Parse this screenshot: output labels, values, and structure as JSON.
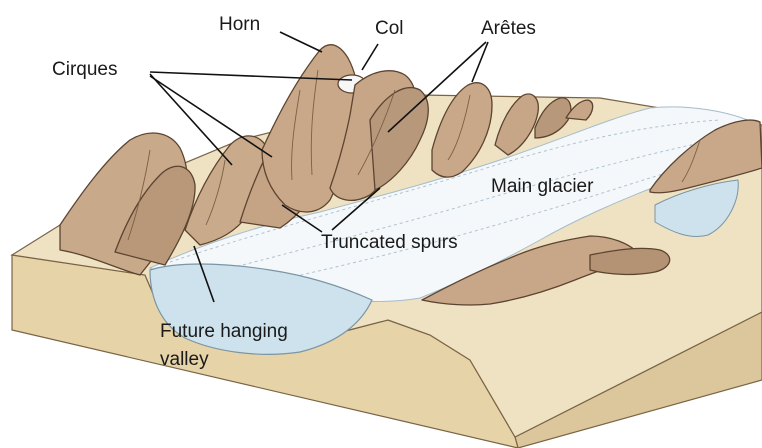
{
  "labels": {
    "horn": "Horn",
    "col": "Col",
    "aretes": "Arêtes",
    "cirques": "Cirques",
    "main_glacier": "Main glacier",
    "truncated_spurs": "Truncated spurs",
    "future_hanging_line1": "Future hanging",
    "future_hanging_line2": "valley"
  },
  "colors": {
    "rock": "#c9aa8a",
    "rock_shadow": "#a98b6c",
    "rock_outline": "#5c4431",
    "block_top": "#efe0bd",
    "block_side": "#e2cfa3",
    "block_outline": "#7a6446",
    "ice": "#f4f8fb",
    "ice_outline": "#9bb3c4",
    "lake": "#cde2ec",
    "leader": "#111111"
  }
}
